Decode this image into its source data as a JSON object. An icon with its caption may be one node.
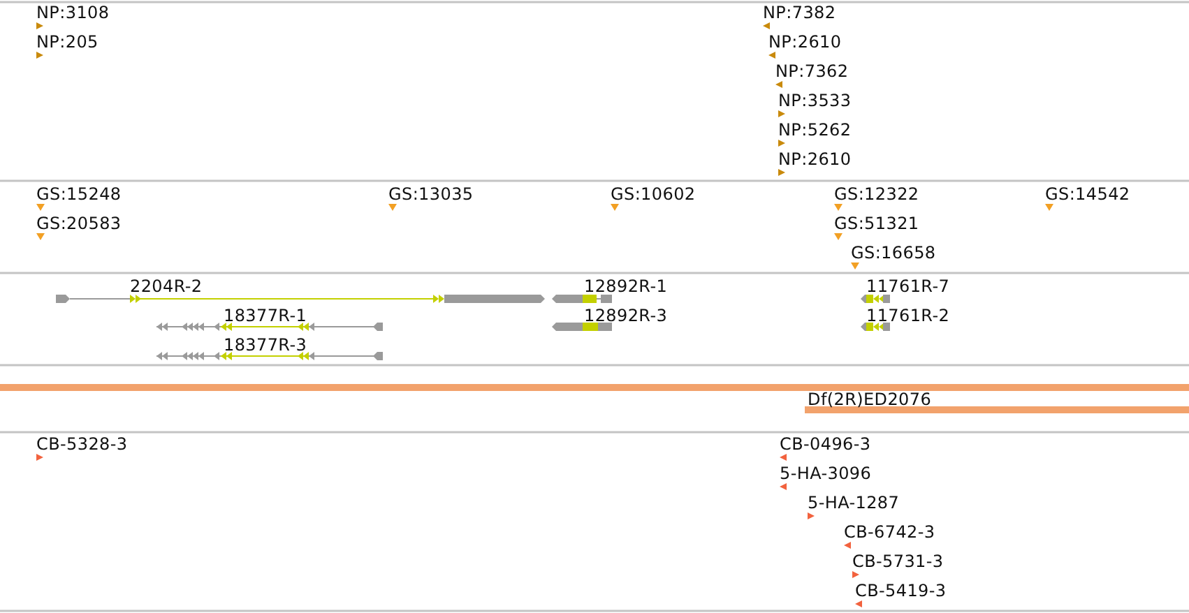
{
  "diagram": {
    "labels": [
      "NP:3108",
      "NP:7382",
      "NP:205",
      "NP:2610",
      "NP:7362",
      "NP:3533",
      "NP:5262",
      "NP:2610",
      "GS:15248",
      "GS:13035",
      "GS:10602",
      "GS:12322",
      "GS:14542",
      "GS:20583",
      "GS:51321",
      "GS:16658",
      "2204R-2",
      "12892R-1",
      "11761R-7",
      "18377R-1",
      "12892R-3",
      "11761R-2",
      "18377R-3",
      "Df(2R)ED2076",
      "CB-5328-3",
      "CB-0496-3",
      "5-HA-3096",
      "5-HA-1287",
      "CB-6742-3",
      "CB-5731-3",
      "CB-5419-3"
    ]
  }
}
